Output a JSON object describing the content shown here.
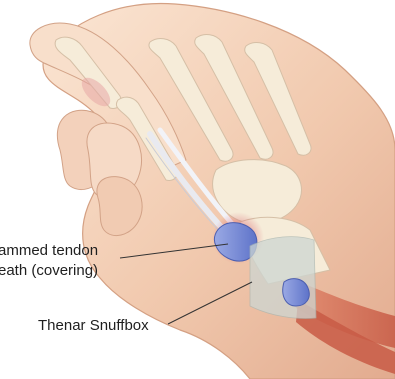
{
  "labels": {
    "inflamed_tendon_line1": "ammed tendon",
    "inflamed_tendon_line2": "eath (covering)",
    "snuffbox": "Thenar Snuffbox"
  },
  "colors": {
    "skin_light": "#f8dcc6",
    "skin_mid": "#edc0a5",
    "skin_shadow": "#d9a58a",
    "bone": "#f6ecd9",
    "bone_outline": "#d5bfa6",
    "tendon": "#e7e8ef",
    "inflamed_sheath": "#7b8fd7",
    "inflammation_red": "#d46b75",
    "muscle": "#d37658",
    "band": "#cfd6d2",
    "background": "#ffffff"
  }
}
